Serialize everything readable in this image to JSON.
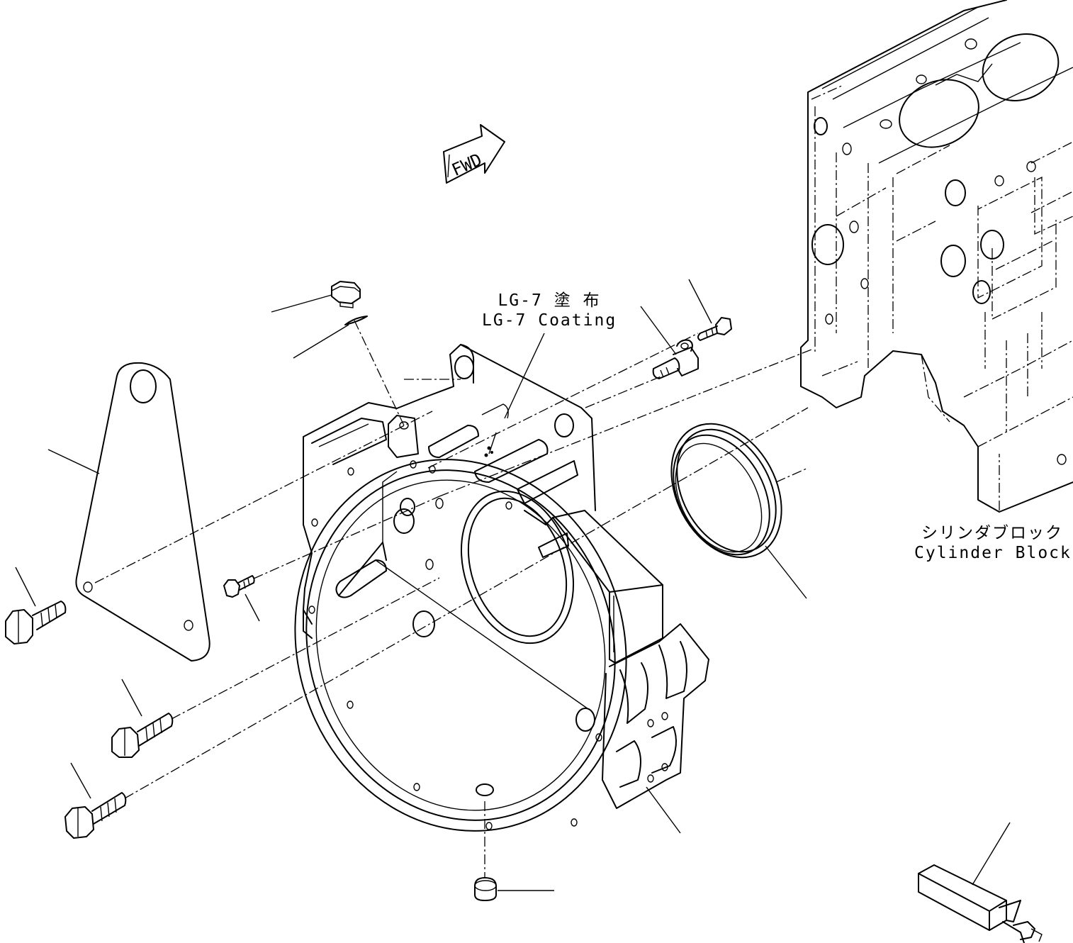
{
  "labels": {
    "fwd_arrow": "FWD",
    "coating_jp": "LG-7 塗 布",
    "coating_en": "LG-7 Coating",
    "block_jp": "シリンダブロック",
    "block_en": "Cylinder Block"
  }
}
